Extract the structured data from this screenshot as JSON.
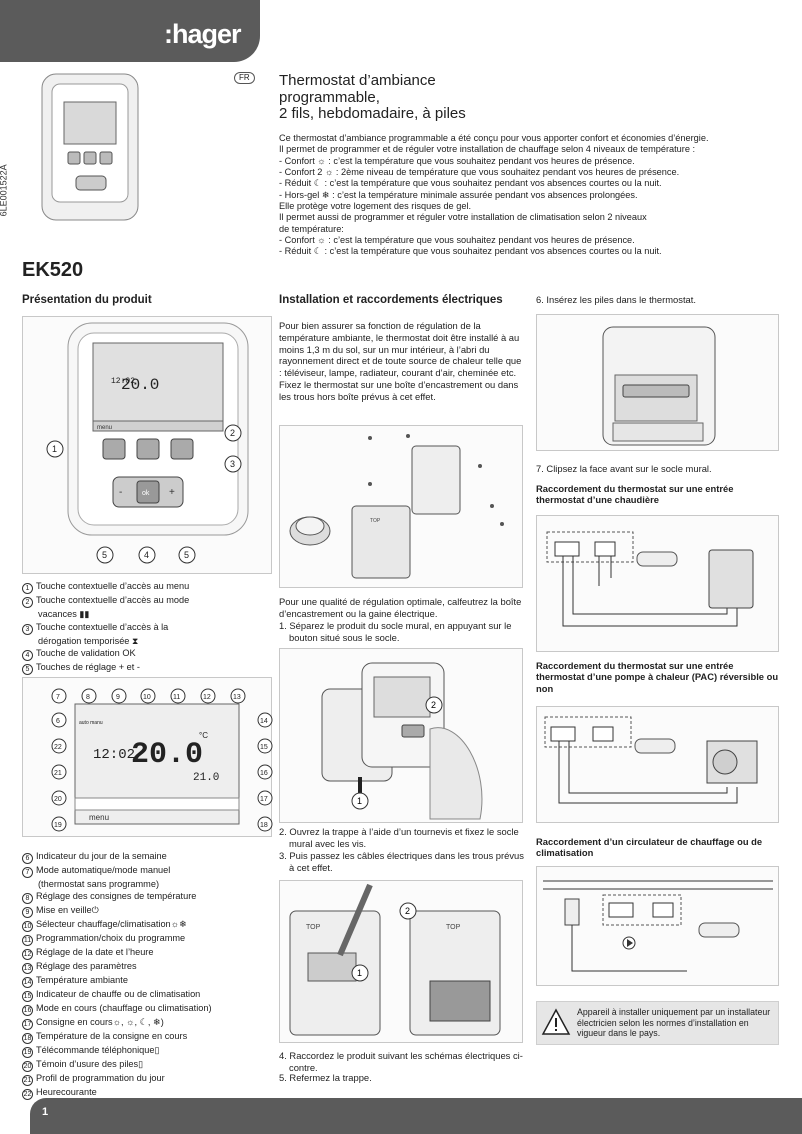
{
  "header": {
    "brand": ":hager",
    "doc_code": "6LE001522A",
    "lang_badge": "FR"
  },
  "title": [
    "Thermostat d’ambiance",
    "programmable,",
    "2 fils, hebdomadaire, à piles"
  ],
  "intro": [
    "Ce thermostat d’ambiance programmable a été conçu pour vous apporter confort et économies d’énergie.",
    "Il permet de programmer et de réguler votre installation de chauffage selon 4 niveaux de température :",
    "- Confort ☼ : c’est la température que vous souhaitez pendant vos heures de présence.",
    "- Confort 2 ☼ : 2ème niveau de température que vous souhaitez pendant vos heures de présence.",
    "- Réduit ☾ : c’est la température que vous souhaitez pendant vos absences courtes ou la nuit.",
    "- Hors-gel ❄ : c’est la température minimale assurée pendant vos absences prolongées.",
    "Elle protège votre logement des risques de gel.",
    "Il permet aussi de programmer et réguler votre installation de climatisation selon 2 niveaux",
    "de température:",
    "- Confort ☼ : c’est la température que vous souhaitez pendant vos heures de présence.",
    "- Réduit ☾ : c’est la température que vous souhaitez pendant vos absences courtes ou la nuit."
  ],
  "model": "EK520",
  "presentation": {
    "heading": "Présentation du produit",
    "display": {
      "mode": "auto manu",
      "clock": "12:02",
      "temp": "20.0",
      "unit": "°C",
      "setpoint": "21.0",
      "menu_label": "menu"
    },
    "callouts": [
      "1",
      "2",
      "3",
      "5",
      "4",
      "5"
    ],
    "legend": [
      {
        "n": "1",
        "text": "Touche contextuelle d’accès au menu"
      },
      {
        "n": "2",
        "text": "Touche contextuelle d’accès au mode"
      },
      {
        "n": "",
        "text": "vacances ▮▮"
      },
      {
        "n": "3",
        "text": "Touche contextuelle d’accès à la"
      },
      {
        "n": "",
        "text": "dérogation temporisée ⧗"
      },
      {
        "n": "4",
        "text": "Touche de validation OK"
      },
      {
        "n": "5",
        "text": "Touches de réglage + et -"
      }
    ]
  },
  "display_legend": {
    "callouts": [
      "7",
      "8",
      "9",
      "10",
      "11",
      "12",
      "13",
      "6",
      "14",
      "22",
      "15",
      "21",
      "16",
      "20",
      "17",
      "19",
      "18"
    ],
    "items": [
      {
        "n": "6",
        "text": "Indicateur du jour de la semaine"
      },
      {
        "n": "7",
        "text": "Mode automatique/mode manuel"
      },
      {
        "n": "",
        "text": "(thermostat sans programme)"
      },
      {
        "n": "8",
        "text": "Réglage des consignes de température"
      },
      {
        "n": "9",
        "text": "Mise en veille⏻"
      },
      {
        "n": "10",
        "text": "Sélecteur chauffage/climatisation☼❄"
      },
      {
        "n": "11",
        "text": "Programmation/choix du programme"
      },
      {
        "n": "12",
        "text": "Réglage de la date et l’heure"
      },
      {
        "n": "13",
        "text": "Réglage des paramètres"
      },
      {
        "n": "14",
        "text": "Température ambiante"
      },
      {
        "n": "15",
        "text": "Indicateur de chauffe ou de climatisation"
      },
      {
        "n": "16",
        "text": "Mode en cours (chauffage ou climatisation)"
      },
      {
        "n": "17",
        "text": "Consigne en cours☼, ☼, ☾, ❄)"
      },
      {
        "n": "18",
        "text": "Température de la consigne en cours"
      },
      {
        "n": "19",
        "text": "Télécommande téléphonique▯"
      },
      {
        "n": "20",
        "text": "Témoin d’usure des piles▯"
      },
      {
        "n": "21",
        "text": "Profil de programmation du jour"
      },
      {
        "n": "22",
        "text": "Heurecourante"
      }
    ]
  },
  "installation": {
    "heading": "Installation et raccordements électriques",
    "intro": "Pour bien assurer sa fonction de régulation de la température ambiante, le thermostat doit être installé à au moins 1,3 m du sol, sur un mur intérieur, à l’abri du rayonnement direct et de toute source de chaleur telle que : téléviseur, lampe, radiateur, courant d’air, cheminée etc. Fixez le thermostat sur une boîte d’encastrement ou dans les trous hors boîte prévus à cet effet.",
    "seal_note": "Pour une qualité de régulation optimale, calfeutrez la boîte d’encastrement ou la gaine électrique.",
    "step1": "1.  Séparez le produit du socle mural, en appuyant sur le bouton situé sous le socle.",
    "step2": "2.  Ouvrez la trappe à l’aide d’un tournevis et fixez le socle mural avec les vis.",
    "step3": "3.  Puis passez les câbles électriques dans les trous prévus à cet effet.",
    "step4": "4.  Raccordez le produit suivant les schémas électriques ci-contre.",
    "step5": "5.  Refermez la trappe.",
    "fig_labels": {
      "one": "1",
      "two": "2",
      "top": "TOP"
    }
  },
  "right": {
    "step6": "6.  Insérez les piles dans le thermostat.",
    "step7": "7.  Clipsez la face avant sur le socle mural.",
    "boiler_h": "Raccordement du thermostat sur une entrée thermostat d’une chaudière",
    "pac_h": "Raccordement du thermostat sur une entrée thermostat d’une pompe à chaleur (PAC) réversible ou non",
    "circ_h": "Raccordement d’un circulateur de chauffage ou de climatisation",
    "warning": "Appareil à installer uniquement par un installateur électricien selon les normes d’installation en vigueur dans le pays."
  },
  "footer": {
    "page": "1"
  }
}
